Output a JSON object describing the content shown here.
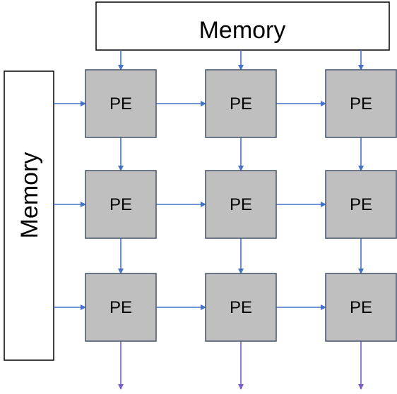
{
  "top_memory": {
    "label": "Memory"
  },
  "left_memory": {
    "label": "Memory"
  },
  "pe_grid": {
    "rows": [
      [
        "PE",
        "PE",
        "PE"
      ],
      [
        "PE",
        "PE",
        "PE"
      ],
      [
        "PE",
        "PE",
        "PE"
      ]
    ]
  },
  "colors": {
    "pe_fill": "#bfbfbf",
    "pe_border": "#44546a",
    "arrow": "#4472c4",
    "output_arrow": "#7a5fc8",
    "memory_border": "#000000"
  }
}
